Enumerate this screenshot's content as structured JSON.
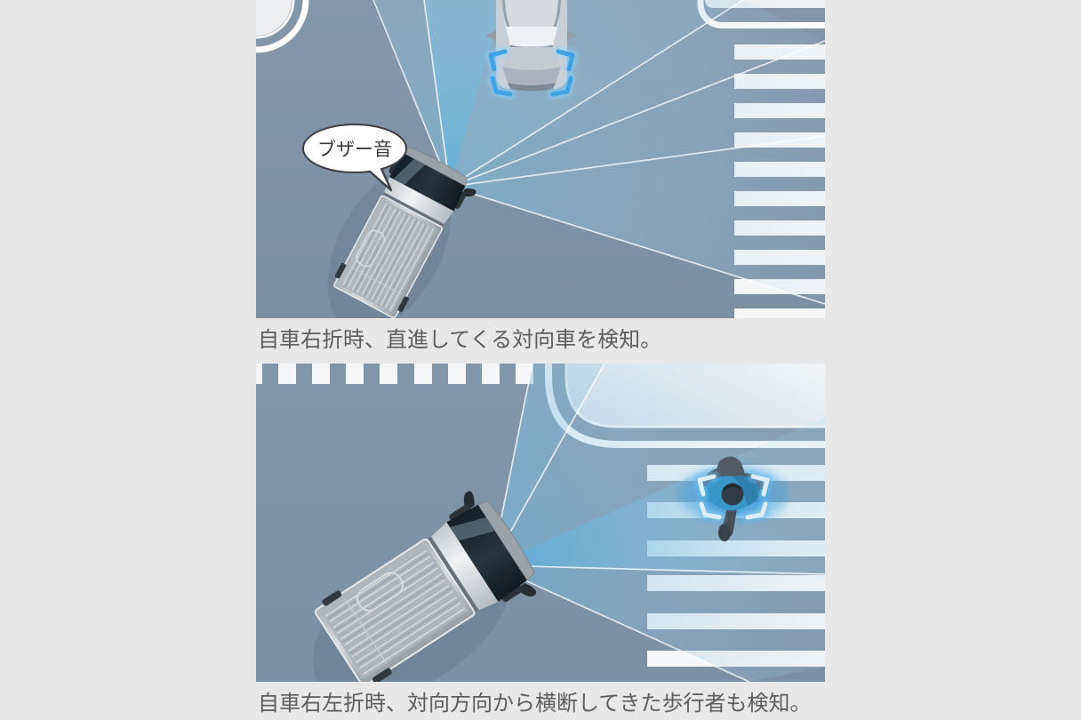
{
  "page": {
    "background": "#e8e8e8"
  },
  "colors": {
    "road": "#7f93a7",
    "sidewalk": "#edeff1",
    "crosswalk_stripe": "#f4f6f8",
    "curb_line": "#ffffff",
    "sensor_beam": "#8ec4e4",
    "vehicle_bracket": "#3ea3e6",
    "pedestrian_bracket": "#ddeef8",
    "pedestrian_glow": "#3f9fdd",
    "caption_text": "#5d5d5d",
    "callout_border": "#3f3f44"
  },
  "panels": [
    {
      "id": "right-turn-vehicle-detection",
      "callout_label": "ブザー音",
      "caption": "自車右折時、直進してくる対向車を検知。"
    },
    {
      "id": "turn-pedestrian-detection",
      "caption": "自車右左折時、対向方向から横断してきた歩行者も検知。"
    }
  ]
}
